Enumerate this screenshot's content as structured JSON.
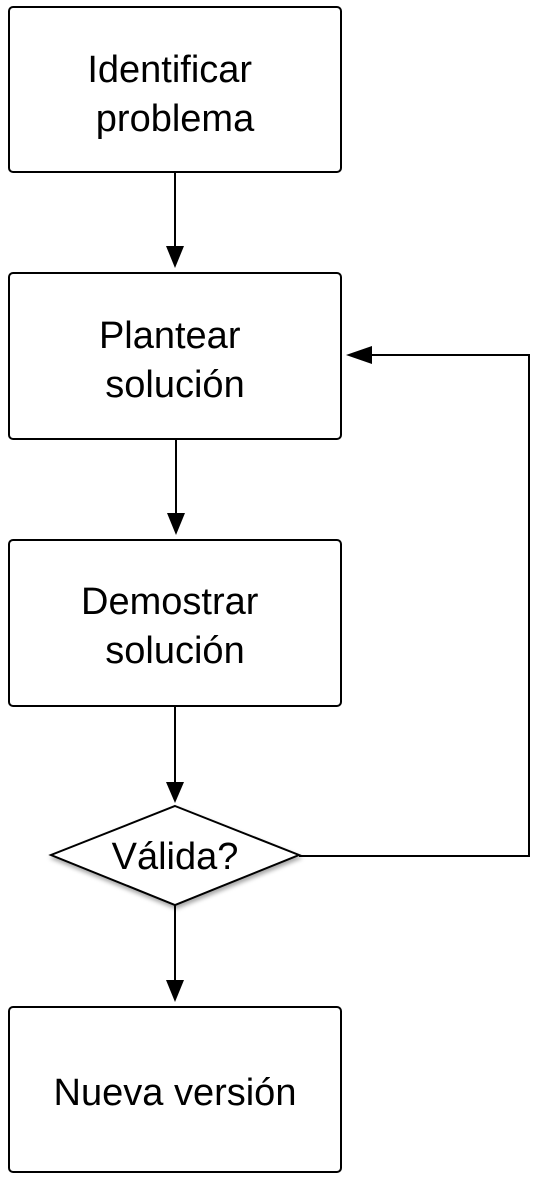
{
  "colors": {
    "background": "#ffffff",
    "stroke": "#000000",
    "text": "#000000"
  },
  "nodes": {
    "identify": {
      "line1": "Identificar",
      "line2": "problema"
    },
    "propose": {
      "line1": "Plantear",
      "line2": "solución"
    },
    "demonstrate": {
      "line1": "Demostrar",
      "line2": "solución"
    },
    "decision": {
      "label": "Válida?"
    },
    "new_version": {
      "label": "Nueva versión"
    }
  }
}
